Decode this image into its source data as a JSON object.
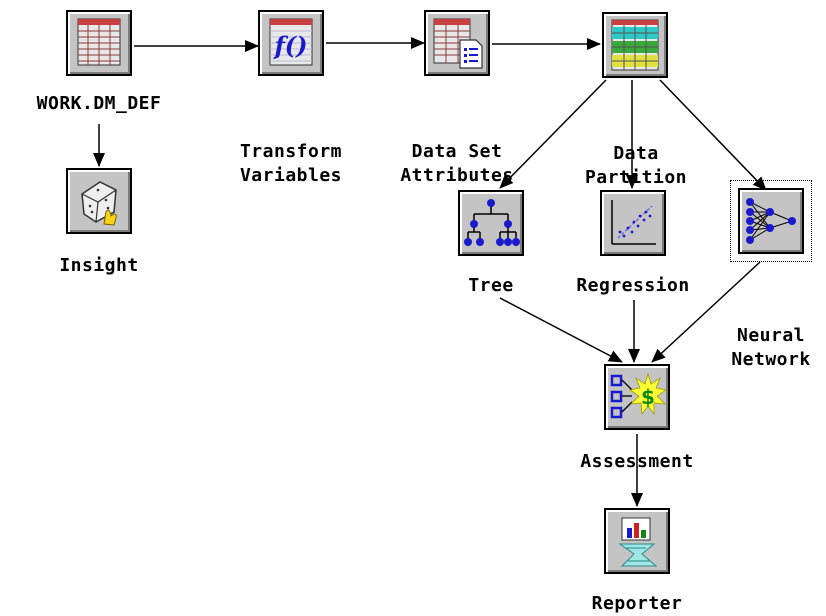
{
  "nodes": {
    "work_dm_def": {
      "label": "WORK.DM_DEF",
      "icon": "data-table-icon"
    },
    "insight": {
      "label": "Insight",
      "icon": "insight-icon"
    },
    "transform": {
      "label_line1": "Transform",
      "label_line2": "Variables",
      "icon": "function-icon"
    },
    "data_set_attributes": {
      "label_line1": "Data Set",
      "label_line2": "Attributes",
      "icon": "data-attributes-icon"
    },
    "data_partition": {
      "label_line1": "Data",
      "label_line2": "Partition",
      "icon": "partition-icon"
    },
    "tree": {
      "label": "Tree",
      "icon": "tree-icon"
    },
    "regression": {
      "label": "Regression",
      "icon": "regression-icon"
    },
    "neural_network": {
      "label_line1": "Neural",
      "label_line2": "Network",
      "icon": "neural-network-icon"
    },
    "assessment": {
      "label": "Assessment",
      "icon": "assessment-icon"
    },
    "reporter": {
      "label": "Reporter",
      "icon": "reporter-icon"
    }
  },
  "colors": {
    "node_face": "#c4c4c4",
    "accent_blue": "#1a1acc",
    "teal": "#2fc8c8",
    "dollar_green": "#118811",
    "burst_yellow": "#ffff33"
  }
}
